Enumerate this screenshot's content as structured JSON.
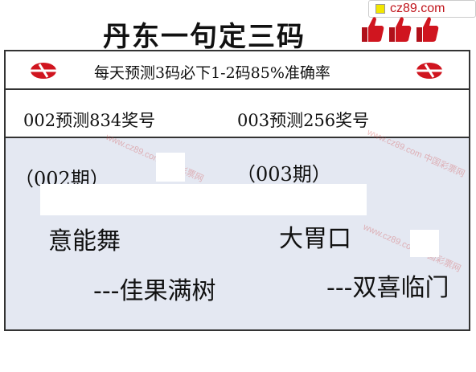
{
  "header": {
    "title": "丹东一句定三码",
    "thumb_icon": "thumbs-up-icon",
    "site_badge": "cz89.com"
  },
  "banner": {
    "text": "每天预测3码必下1-2码85%准确率",
    "logo_icon": "lottery-logo-icon"
  },
  "results": {
    "left": "002预测834奖号",
    "right": "003预测256奖号"
  },
  "periods": {
    "left": "（002期）",
    "right": "（003期）"
  },
  "clues": {
    "left_main": "意能舞",
    "right_main": "大胃口",
    "left_sub": "---佳果满树",
    "right_sub": "---双喜临门"
  },
  "watermark": "www.cz89.com 中国彩票网",
  "colors": {
    "accent_red": "#c0141b",
    "main_bg": "#e4e8f2"
  }
}
